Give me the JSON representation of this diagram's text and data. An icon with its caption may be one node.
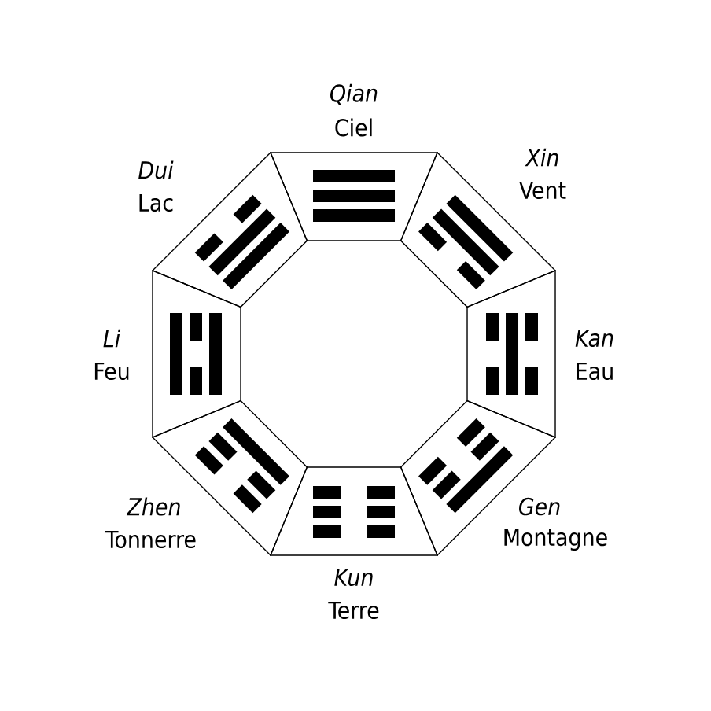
{
  "diagram": {
    "nodes": [
      {
        "text": [],
        "shape": "box",
        "beside": [
          "Qian",
          "Ciel"
        ]
      },
      {
        "text": [],
        "shape": "box",
        "beside": [
          "Xin",
          "Vent"
        ]
      },
      {
        "text": [],
        "shape": "box",
        "beside": [
          "Kan",
          "Eau"
        ]
      },
      {
        "text": [],
        "shape": "box",
        "beside": [
          "Gen",
          "Montagne"
        ]
      },
      {
        "text": [],
        "shape": "box",
        "beside": [
          "Kun",
          "Terre"
        ]
      },
      {
        "text": [],
        "shape": "box",
        "beside": [
          "Zhen",
          "Tonnerre"
        ]
      },
      {
        "text": [],
        "shape": "box",
        "beside": [
          "Li",
          "Feu"
        ]
      },
      {
        "text": [],
        "shape": "box",
        "beside": [
          "Dui",
          "Lac"
        ]
      }
    ]
  }
}
